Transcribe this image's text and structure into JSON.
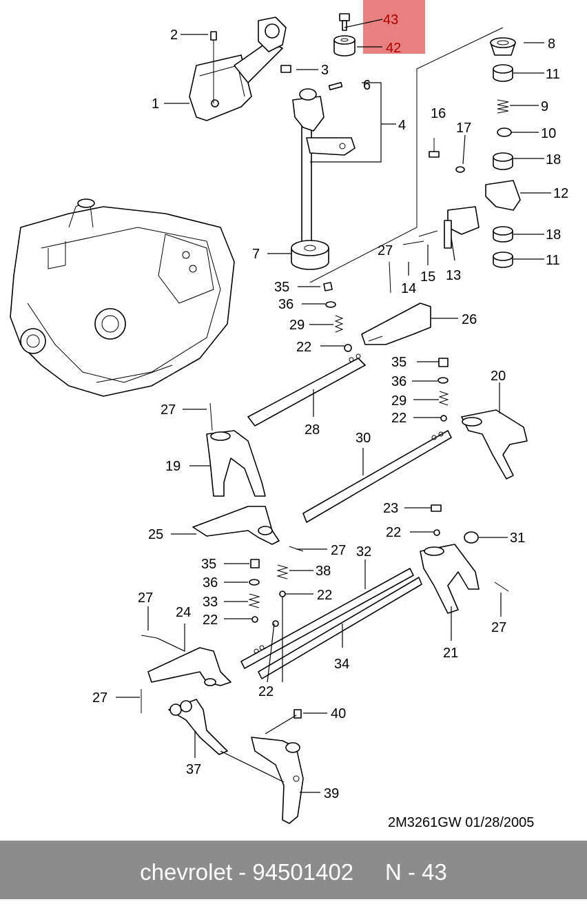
{
  "callouts": [
    {
      "id": "c1",
      "text": "1"
    },
    {
      "id": "c2",
      "text": "2"
    },
    {
      "id": "c3",
      "text": "3"
    },
    {
      "id": "c4",
      "text": "4"
    },
    {
      "id": "c5",
      "text": "6"
    },
    {
      "id": "c6",
      "text": "7"
    },
    {
      "id": "c7",
      "text": "8"
    },
    {
      "id": "c8",
      "text": "9"
    },
    {
      "id": "c9",
      "text": "10"
    },
    {
      "id": "c10",
      "text": "11"
    },
    {
      "id": "c11",
      "text": "11"
    },
    {
      "id": "c12",
      "text": "12"
    },
    {
      "id": "c13",
      "text": "13"
    },
    {
      "id": "c14",
      "text": "14"
    },
    {
      "id": "c15",
      "text": "15"
    },
    {
      "id": "c16",
      "text": "16"
    },
    {
      "id": "c17",
      "text": "17"
    },
    {
      "id": "c18",
      "text": "18"
    },
    {
      "id": "c19",
      "text": "18"
    },
    {
      "id": "c20",
      "text": "19"
    },
    {
      "id": "c21",
      "text": "20"
    },
    {
      "id": "c22",
      "text": "21"
    },
    {
      "id": "c23",
      "text": "22"
    },
    {
      "id": "c24",
      "text": "22"
    },
    {
      "id": "c25",
      "text": "22"
    },
    {
      "id": "c26",
      "text": "22"
    },
    {
      "id": "c27",
      "text": "22"
    },
    {
      "id": "c28",
      "text": "22"
    },
    {
      "id": "c29",
      "text": "23"
    },
    {
      "id": "c30",
      "text": "24"
    },
    {
      "id": "c31",
      "text": "25"
    },
    {
      "id": "c32",
      "text": "26"
    },
    {
      "id": "c33",
      "text": "27"
    },
    {
      "id": "c34",
      "text": "27"
    },
    {
      "id": "c35",
      "text": "27"
    },
    {
      "id": "c36",
      "text": "27"
    },
    {
      "id": "c37",
      "text": "27"
    },
    {
      "id": "c38",
      "text": "27"
    },
    {
      "id": "c39",
      "text": "28"
    },
    {
      "id": "c40",
      "text": "29"
    },
    {
      "id": "c41",
      "text": "29"
    },
    {
      "id": "c42",
      "text": "30"
    },
    {
      "id": "c43",
      "text": "31"
    },
    {
      "id": "c44",
      "text": "32"
    },
    {
      "id": "c45",
      "text": "33"
    },
    {
      "id": "c46",
      "text": "34"
    },
    {
      "id": "c47",
      "text": "35"
    },
    {
      "id": "c48",
      "text": "35"
    },
    {
      "id": "c49",
      "text": "35"
    },
    {
      "id": "c50",
      "text": "36"
    },
    {
      "id": "c51",
      "text": "36"
    },
    {
      "id": "c52",
      "text": "36"
    },
    {
      "id": "c53",
      "text": "37"
    },
    {
      "id": "c54",
      "text": "38"
    },
    {
      "id": "c55",
      "text": "39"
    },
    {
      "id": "c56",
      "text": "40"
    }
  ],
  "highlight": {
    "top": "43",
    "bottom": "42",
    "color": "#e88080"
  },
  "diagram_code": "2M3261GW  01/28/2005",
  "footer": {
    "text": "chevrolet - 94501402     N - 43",
    "bg": "#8c8c8c",
    "fg": "#ffffff"
  }
}
